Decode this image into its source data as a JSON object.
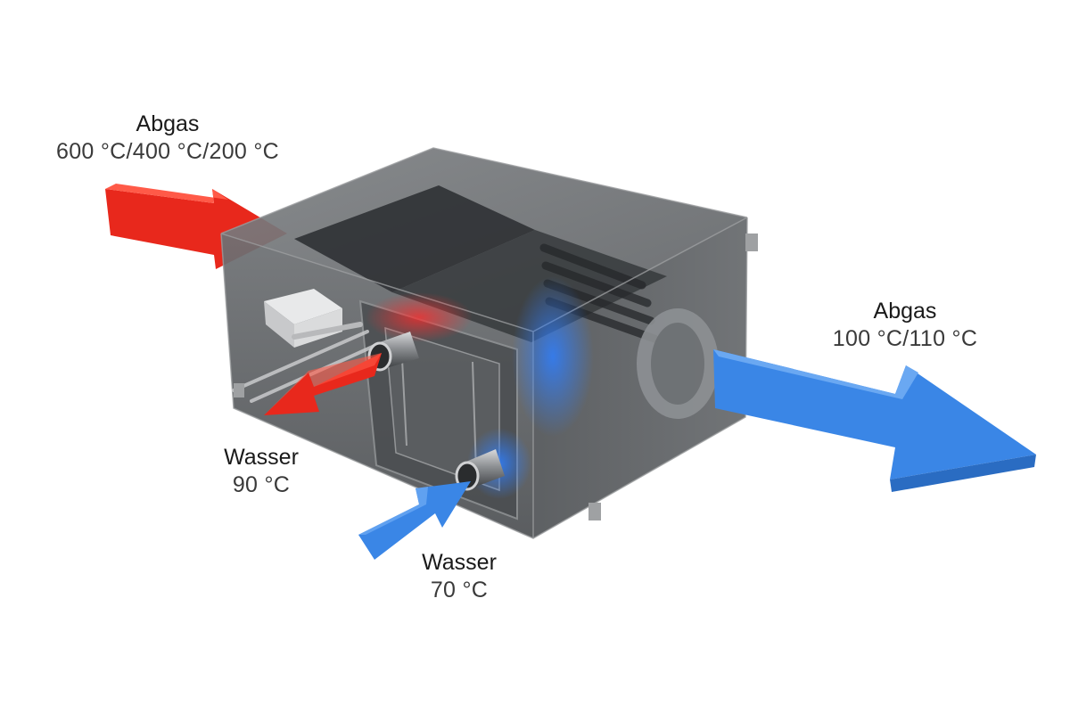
{
  "labels": {
    "exhaust_in": {
      "name": "Abgas",
      "temperature": "600 °C/400 °C/200 °C"
    },
    "exhaust_out": {
      "name": "Abgas",
      "temperature": "100 °C/110 °C"
    },
    "water_out": {
      "name": "Wasser",
      "temperature": "90 °C"
    },
    "water_in": {
      "name": "Wasser",
      "temperature": "70 °C"
    }
  },
  "colors": {
    "hot_flow": "#e8281c",
    "cold_flow": "#3a86e6",
    "housing": "#5a5d60"
  }
}
